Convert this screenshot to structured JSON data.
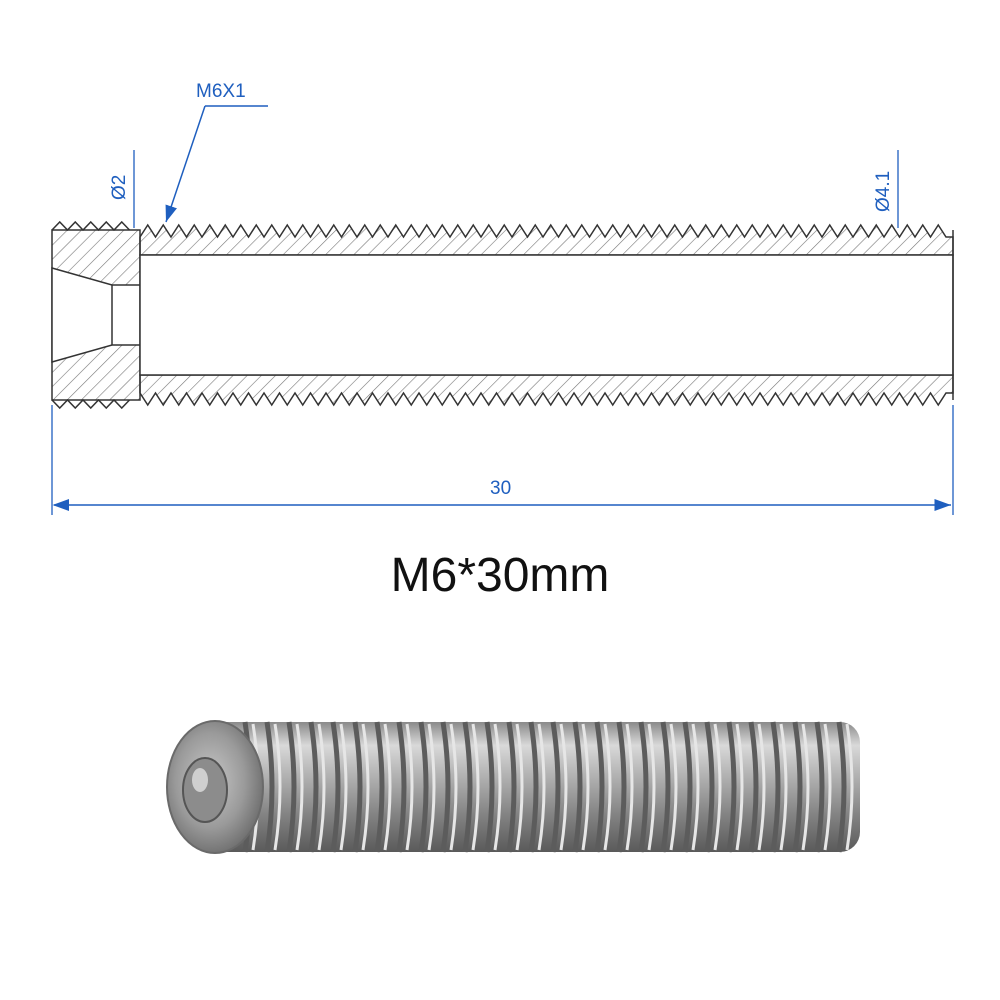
{
  "drawing": {
    "thread_label": "M6X1",
    "inner_diameter_label": "Ø2",
    "bore_diameter_label": "Ø4.1",
    "length_label": "30"
  },
  "caption": "M6*30mm",
  "colors": {
    "dimension_blue": "#1f5fbf",
    "line_dark": "#333333",
    "hatch": "#777777",
    "metal_light": "#d9d9d9",
    "metal_dark": "#6d6d6d"
  }
}
